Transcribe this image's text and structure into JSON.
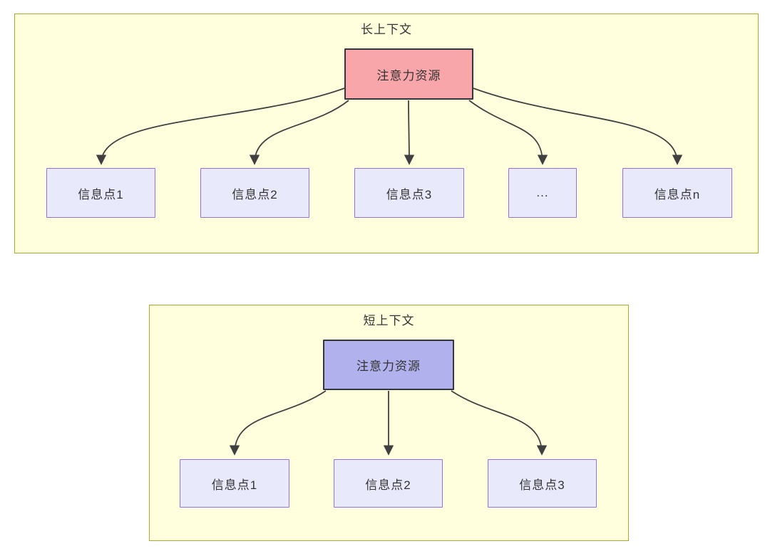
{
  "colors": {
    "container_fill": "#ffffde",
    "container_border": "#aaaa33",
    "attention_long_fill": "#f8a6aa",
    "attention_short_fill": "#b1b1ed",
    "attention_border": "#33373c",
    "node_fill": "#e9e9fc",
    "node_border": "#9370db",
    "edge_color": "#404040",
    "text_color": "#333333"
  },
  "long_context": {
    "title": "长上下文",
    "attention_label": "注意力资源",
    "nodes": [
      {
        "label": "信息点1"
      },
      {
        "label": "信息点2"
      },
      {
        "label": "信息点3"
      },
      {
        "label": "..."
      },
      {
        "label": "信息点n"
      }
    ]
  },
  "short_context": {
    "title": "短上下文",
    "attention_label": "注意力资源",
    "nodes": [
      {
        "label": "信息点1"
      },
      {
        "label": "信息点2"
      },
      {
        "label": "信息点3"
      }
    ]
  }
}
